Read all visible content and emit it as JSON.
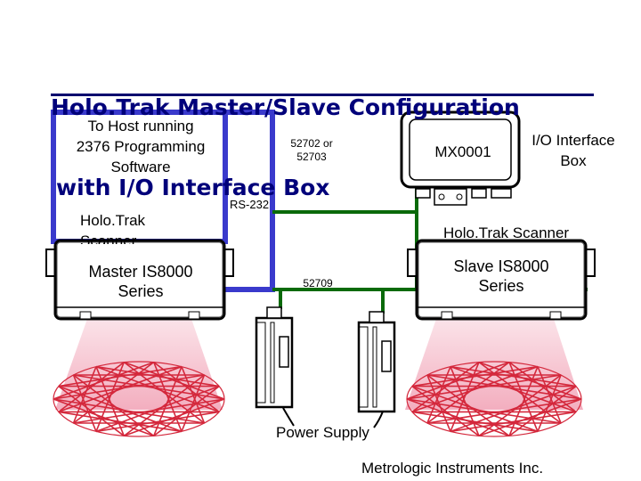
{
  "title": {
    "line1": "Holo.Trak Master/Slave Configuration",
    "line2": "with I/O Interface Box"
  },
  "labels": {
    "host": "To Host running 2376 Programming Software",
    "cable_a": "52702 or 52703",
    "mx": "MX0001",
    "io_box": "I/O Interface Box",
    "rs232": "RS-232",
    "holo_left": "Holo.Trak Scanner",
    "holo_right": "Holo.Trak Scanner",
    "master": "Master IS8000 Series",
    "slave": "Slave IS8000 Series",
    "cable_b": "52709",
    "power": "Power Supply",
    "footer": "Metrologic Instruments Inc."
  },
  "colors": {
    "title": "#00007a",
    "rs232_cable": "#3a3acc",
    "io_cable": "#0a6a0a",
    "scan_beam": "#f4b7c4",
    "scan_pattern": "#d4283c"
  }
}
